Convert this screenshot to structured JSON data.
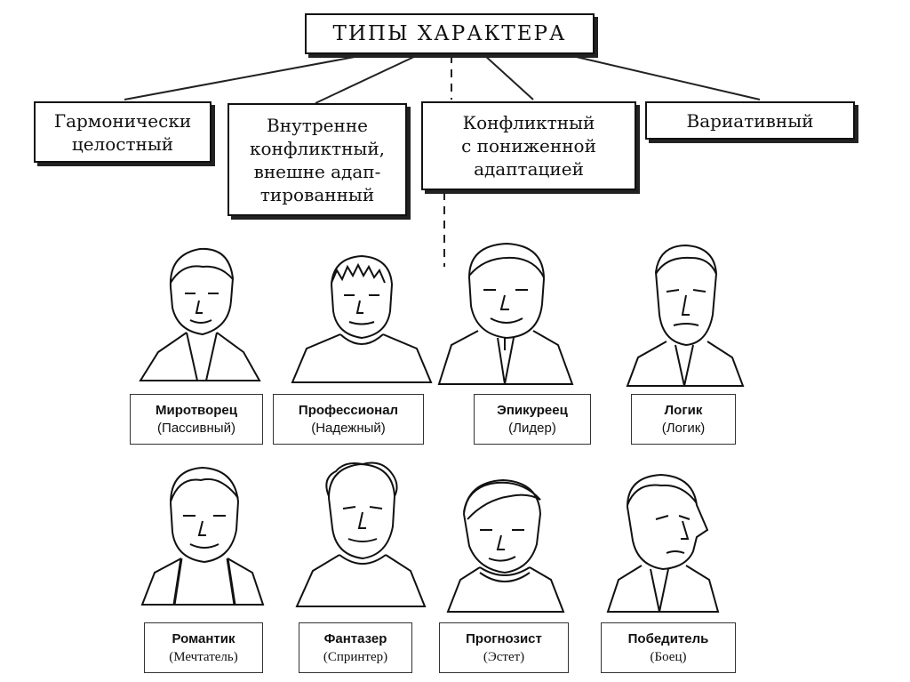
{
  "title": "ТИПЫ ХАРАКТЕРА",
  "categories": [
    {
      "label": "Гармонически\nцелостный"
    },
    {
      "label": "Внутренне\nконфликтный,\nвнешне адап-\nтированный"
    },
    {
      "label": "Конфликтный\nс пониженной\nадаптацией"
    },
    {
      "label": "Вариативный"
    }
  ],
  "types_row1": [
    {
      "name": "Миротворец",
      "alias": "(Пассивный)"
    },
    {
      "name": "Профессионал",
      "alias": "(Надежный)"
    },
    {
      "name": "Эпикуреец",
      "alias": "(Лидер)"
    },
    {
      "name": "Логик",
      "alias": "(Логик)"
    }
  ],
  "types_row2": [
    {
      "name": "Романтик",
      "alias": "(Мечтатель)"
    },
    {
      "name": "Фантазер",
      "alias": "(Спринтер)"
    },
    {
      "name": "Прогнозист",
      "alias": "(Эстет)"
    },
    {
      "name": "Победитель",
      "alias": "(Боец)"
    }
  ],
  "colors": {
    "ink": "#111111",
    "background": "#ffffff"
  }
}
